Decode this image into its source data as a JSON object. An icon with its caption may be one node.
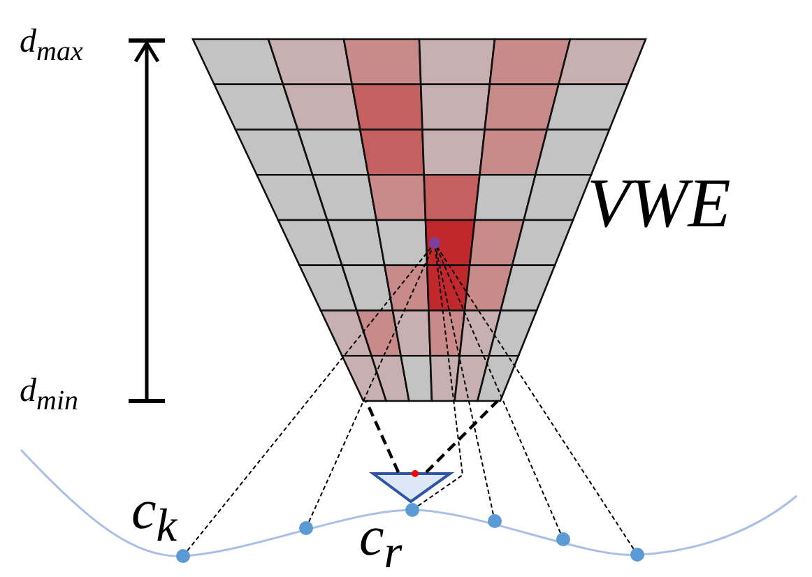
{
  "diagram": {
    "nodes": [
      {
        "text": [],
        "shape": "picture",
        "beside": [
          "VWE"
        ]
      },
      {
        "text": [],
        "shape": "circle",
        "in": 0
      },
      {
        "text": [],
        "shape": "triangle"
      },
      {
        "text": [],
        "shape": "circle",
        "beside": [
          "c$_{k}$"
        ]
      },
      {
        "text": [],
        "shape": "circle"
      },
      {
        "text": [],
        "shape": "circle",
        "beside": [
          "c$_{r}$"
        ]
      },
      {
        "text": [],
        "shape": "circle"
      },
      {
        "text": [],
        "shape": "circle"
      },
      {
        "text": [],
        "shape": "circle"
      }
    ],
    "edges": [
      {
        "from": 3,
        "to": 1,
        "arrow": "none",
        "style": "dashed"
      },
      {
        "from": 4,
        "to": 1,
        "arrow": "none",
        "style": "dashed"
      },
      {
        "from": 5,
        "to": 1,
        "arrow": "none",
        "style": "dashed"
      },
      {
        "from": 6,
        "to": 1,
        "arrow": "none",
        "style": "dashed"
      },
      {
        "from": 7,
        "to": 1,
        "arrow": "none",
        "style": "dashed"
      },
      {
        "from": 8,
        "to": 1,
        "arrow": "none",
        "style": "dashed"
      },
      {
        "from": 2,
        "to": 0,
        "arrow": "none",
        "style": "dashed"
      }
    ],
    "labels": [
      "d$_{max}$",
      "d$_{min}$"
    ]
  }
}
